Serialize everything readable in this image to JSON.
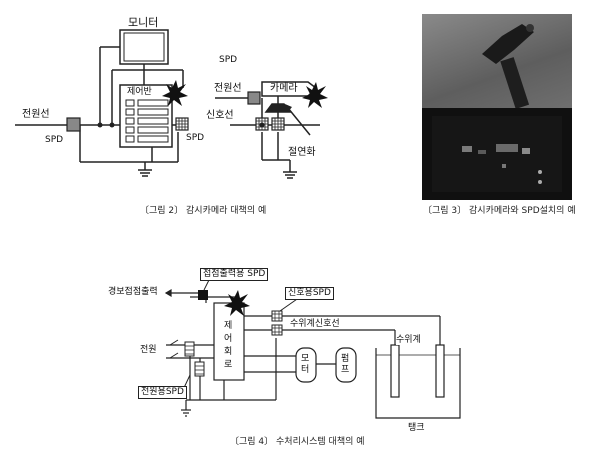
{
  "fig2": {
    "monitor": "모니터",
    "spd_top": "SPD",
    "camera": "카메라",
    "control_panel": "제어반",
    "power_line_left": "전원선",
    "spd_left": "SPD",
    "spd_mid": "SPD",
    "power_line_right": "전원선",
    "signal_line": "신호선",
    "insulation": "절연화",
    "caption": "〔그림 2〕 감시카메라 대책의 예"
  },
  "fig3": {
    "caption": "〔그림 3〕 감시카메라와 SPD설치의 예"
  },
  "fig4": {
    "contact_output_spd": "접점출력용 SPD",
    "alarm_output": "경보접점출력",
    "signal_spd": "신호용SPD",
    "level_signal_line": "수위계신호선",
    "control_circuit": "제어회로",
    "power": "전원",
    "level_meter": "수위계",
    "motor": "모터",
    "pump": "펌프",
    "power_spd": "전원용SPD",
    "tank": "탱크",
    "caption": "〔그림 4〕 수처리시스템 대책의 예"
  }
}
